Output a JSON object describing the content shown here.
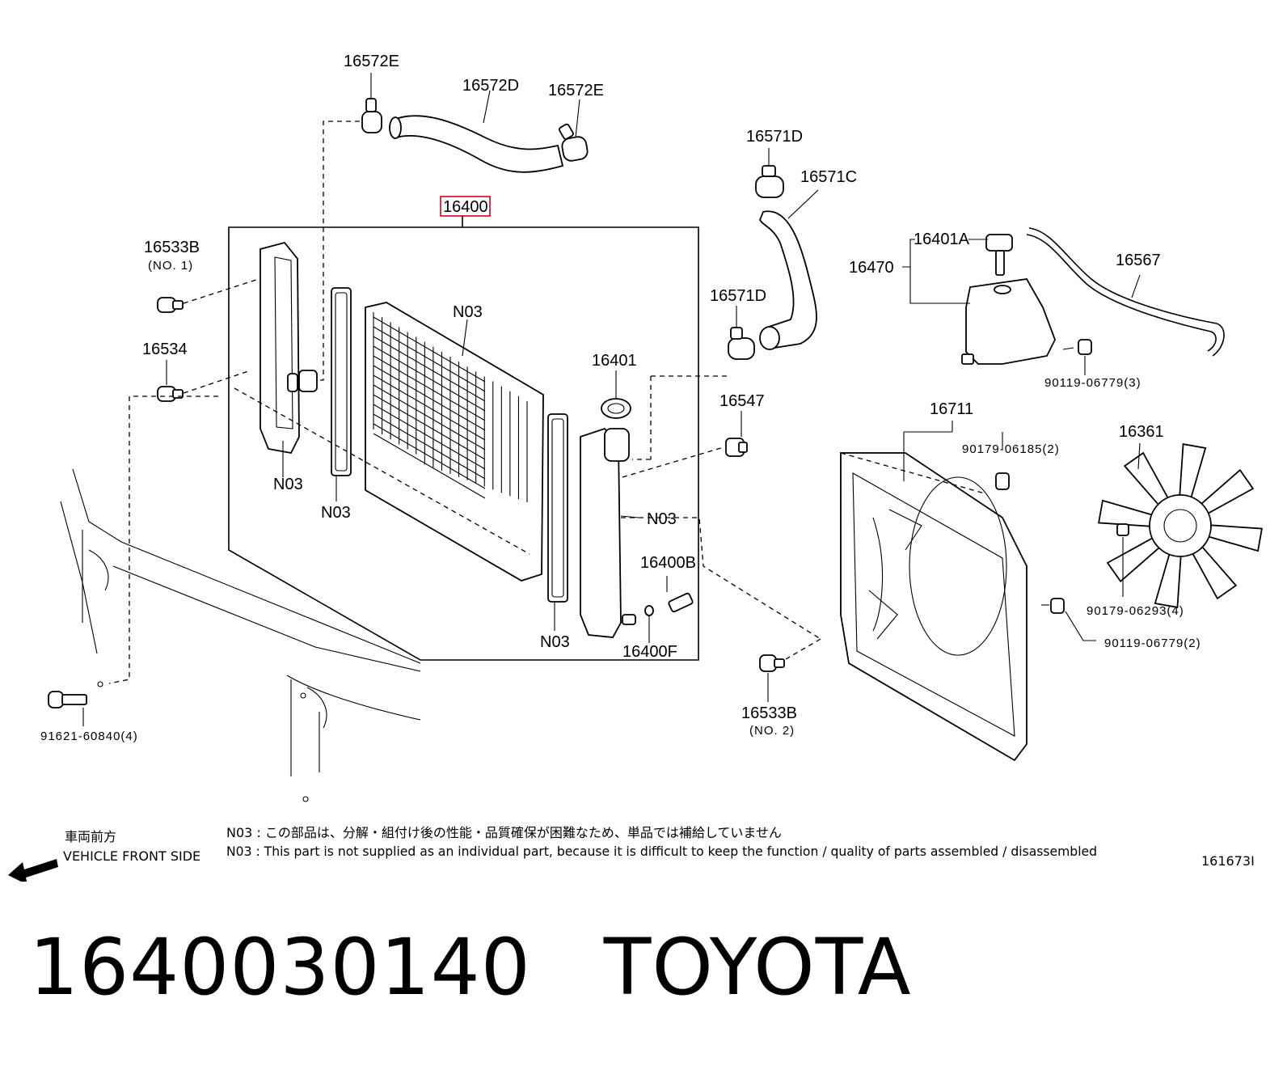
{
  "callouts": {
    "c16572E_top": "16572E",
    "c16572D": "16572D",
    "c16572E_right": "16572E",
    "c16571D_top": "16571D",
    "c16571C": "16571C",
    "c16400": "16400",
    "c16533B_1": "16533B",
    "c16533B_1_sub": "(NO. 1)",
    "c16534": "16534",
    "cN03_grid": "N03",
    "cN03_left": "N03",
    "cN03_seal": "N03",
    "cN03_right": "N03",
    "cN03_bottom": "N03",
    "c16571D_mid": "16571D",
    "c16401": "16401",
    "c16547": "16547",
    "c16400B": "16400B",
    "c16400F": "16400F",
    "c16470": "16470",
    "c16401A": "16401A",
    "c16567": "16567",
    "c90119_3": "90119-06779(3)",
    "c16711": "16711",
    "c90179_2": "90179-06185(2)",
    "c16361": "16361",
    "c90179_4": "90179-06293(4)",
    "c90119_2": "90119-06779(2)",
    "c16533B_2": "16533B",
    "c16533B_2_sub": "(NO. 2)",
    "c91621": "91621-60840(4)"
  },
  "highlight": {
    "part": "16400",
    "color": "#d0021b"
  },
  "notes": {
    "jp": "N03 : この部品は、分解・組付け後の性能・品質確保が困難なため、単品では補給していません",
    "en": "N03 : This part is not supplied as an individual part, because it is difficult to keep the function / quality of parts assembled / disassembled"
  },
  "front": {
    "jp": "車両前方",
    "en": "VEHICLE FRONT SIDE"
  },
  "illustration_id": "161673I",
  "footer": {
    "part_number": "1640030140",
    "brand": "TOYOTA"
  }
}
